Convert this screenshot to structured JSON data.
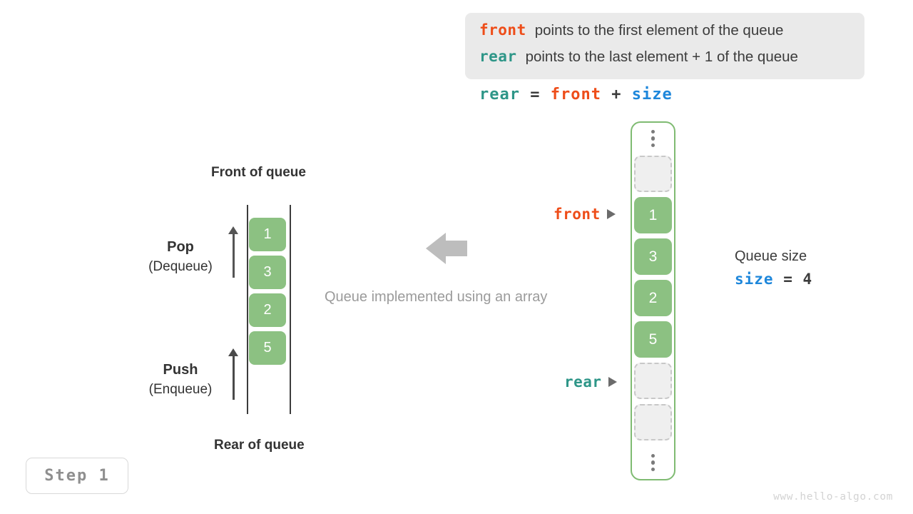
{
  "legend": {
    "lines": [
      {
        "keyword": "front",
        "keyword_color": "#ee4d19",
        "text": "points to the first element of the queue"
      },
      {
        "keyword": "rear",
        "keyword_color": "#2e9688",
        "text": "points to the last element + 1 of the queue"
      }
    ],
    "background": "#eaeaea"
  },
  "formula": {
    "lhs": "rear",
    "eq": "=",
    "rhs1": "front",
    "plus": "+",
    "rhs2": "size"
  },
  "left_queue": {
    "top_label": "Front of queue",
    "bottom_label": "Rear of queue",
    "cells": [
      "1",
      "3",
      "2",
      "5"
    ],
    "pop": {
      "name": "Pop",
      "sub": "(Dequeue)"
    },
    "push": {
      "name": "Push",
      "sub": "(Enqueue)"
    }
  },
  "center": {
    "caption": "Queue implemented using an array",
    "arrow_direction": "left",
    "arrow_color": "#bdbdbd"
  },
  "array": {
    "cells": [
      {
        "kind": "dots",
        "value": ""
      },
      {
        "kind": "empty",
        "value": ""
      },
      {
        "kind": "filled",
        "value": "1"
      },
      {
        "kind": "filled",
        "value": "3"
      },
      {
        "kind": "filled",
        "value": "2"
      },
      {
        "kind": "filled",
        "value": "5"
      },
      {
        "kind": "empty",
        "value": ""
      },
      {
        "kind": "empty",
        "value": ""
      },
      {
        "kind": "dots",
        "value": ""
      }
    ],
    "fill_color": "#8cc182",
    "border_color": "#7fbb72",
    "pointers": {
      "front": {
        "label": "front",
        "color": "#ee4d19",
        "target_index": 2
      },
      "rear": {
        "label": "rear",
        "color": "#2e9688",
        "target_index": 6
      }
    }
  },
  "queue_size": {
    "title": "Queue size",
    "var": "size",
    "eq": "=",
    "value": "4",
    "var_color": "#1e87db"
  },
  "step_badge": {
    "label": "Step 1"
  },
  "watermark": {
    "text": "www.hello-algo.com"
  }
}
